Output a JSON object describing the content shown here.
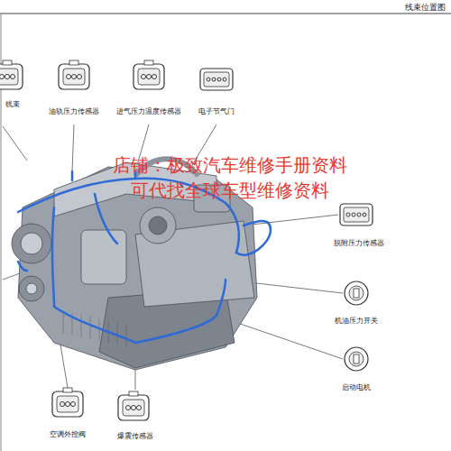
{
  "diagram": {
    "title": "线束位置图",
    "labels": [
      "线束",
      "油轨压力传感器",
      "进气压力温度传感器",
      "电子节气门",
      "脱附压力传感器",
      "机油压力开关",
      "启动电机",
      "空调外控阀",
      "爆震传感器",
      "店铺：极致汽车维修手册资料",
      "可代找全球车型维修资料"
    ]
  }
}
